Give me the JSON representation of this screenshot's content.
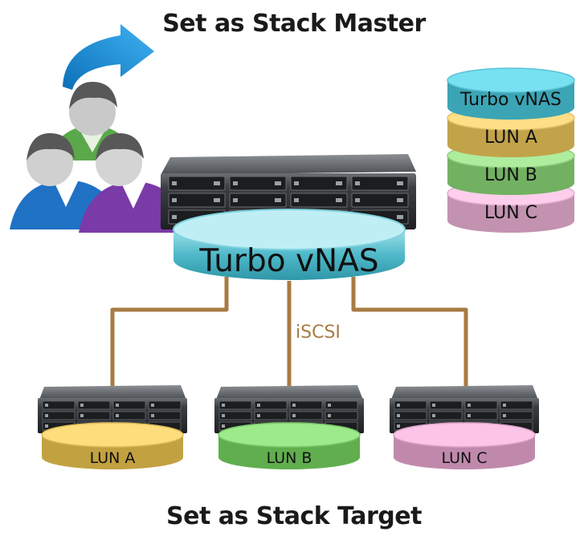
{
  "titles": {
    "top": "Set as Stack Master",
    "bottom": "Set as Stack Target"
  },
  "master": {
    "disk_label": "Turbo vNAS",
    "stack": [
      {
        "label": "Turbo vNAS",
        "color": "#4fb9c9"
      },
      {
        "label": "LUN A",
        "color": "#d6b75e"
      },
      {
        "label": "LUN B",
        "color": "#86c576"
      },
      {
        "label": "LUN C",
        "color": "#d7a6c4"
      }
    ]
  },
  "connection_label": "iSCSI",
  "targets": [
    {
      "label": "LUN A",
      "color": "#d1b04f"
    },
    {
      "label": "LUN B",
      "color": "#6fbd5d"
    },
    {
      "label": "LUN C",
      "color": "#cf98bb"
    }
  ],
  "colors": {
    "cable": "#a87b43",
    "iscsi_text": "#a87b43",
    "arrow": "#1a90d8",
    "server_body": "#2f3235"
  },
  "icons": [
    "users-group-icon",
    "arrow-curve-icon",
    "server-rack-icon"
  ]
}
